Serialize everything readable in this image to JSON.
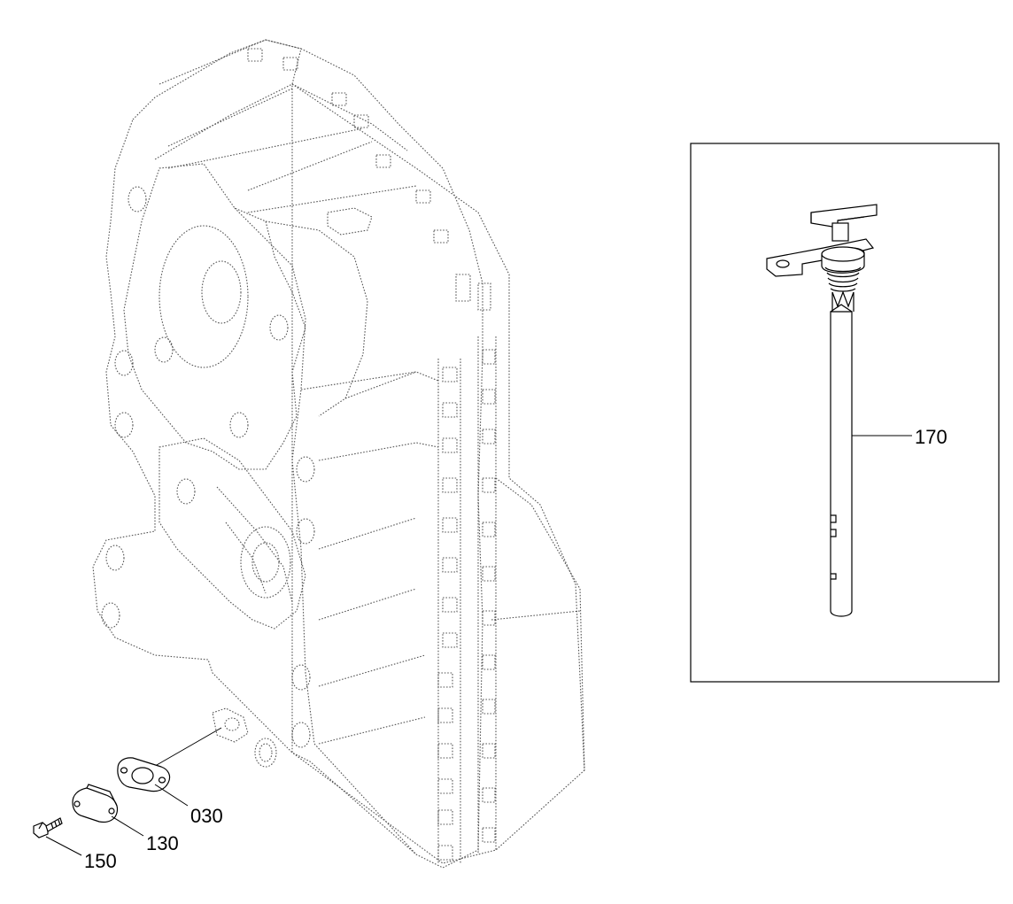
{
  "callouts": {
    "c030": "030",
    "c130": "130",
    "c150": "150",
    "c170": "170"
  },
  "colors": {
    "line": "#000000",
    "ghost_line": "#555555",
    "background": "#ffffff"
  }
}
